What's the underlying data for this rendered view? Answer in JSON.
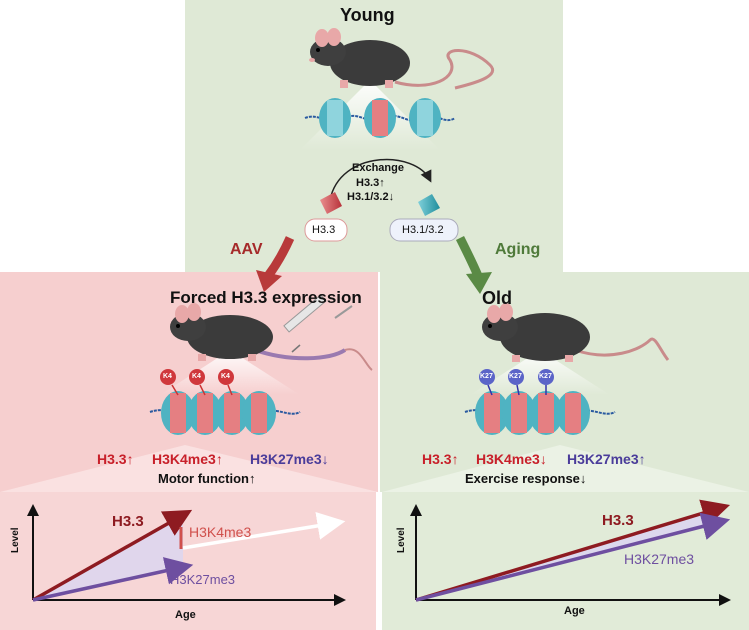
{
  "panels": {
    "young": {
      "title": "Young"
    },
    "forced": {
      "title": "Forced H3.3 expression"
    },
    "old": {
      "title": "Old"
    }
  },
  "exchange": {
    "label": "Exchange",
    "line1": "H3.3↑",
    "line2": "H3.1/3.2↓",
    "h33_box": "H3.3",
    "h31_box": "H3.1/3.2"
  },
  "arrows": {
    "aav": "AAV",
    "aging": "Aging"
  },
  "badges": {
    "k4": "K4",
    "k27": "K27"
  },
  "forced_summary": {
    "h33": "H3.3↑",
    "h3k4me3": "H3K4me3↑",
    "h3k27me3": "H3K27me3↓",
    "motor": "Motor function↑"
  },
  "old_summary": {
    "h33": "H3.3↑",
    "h3k4me3": "H3K4me3↓",
    "h3k27me3": "H3K27me3↑",
    "exercise": "Exercise response↓"
  },
  "plot_left": {
    "xlabel": "Age",
    "ylabel": "Level",
    "series": [
      {
        "name": "H3.3",
        "color": "#8e1b21"
      },
      {
        "name": "H3K4me3",
        "color": "#d0504c"
      },
      {
        "name": "H3K27me3",
        "color": "#6e4fa0"
      }
    ]
  },
  "plot_right": {
    "xlabel": "Age",
    "ylabel": "Level",
    "series": [
      {
        "name": "H3.3",
        "color": "#8e1b21"
      },
      {
        "name": "H3K27me3",
        "color": "#6e4fa0"
      }
    ]
  },
  "colors": {
    "green_panel": "#dfe9d6",
    "pink_panel": "#f6cfcf",
    "dark_red": "#a52a2a",
    "dark_green": "#4f7a3a",
    "red_text": "#c8202a",
    "blue_text": "#4a3c9a"
  },
  "icons": [
    "mouse-icon",
    "nucleosome-icon",
    "syringe-icon",
    "histone-h33-icon",
    "histone-h31-icon"
  ]
}
